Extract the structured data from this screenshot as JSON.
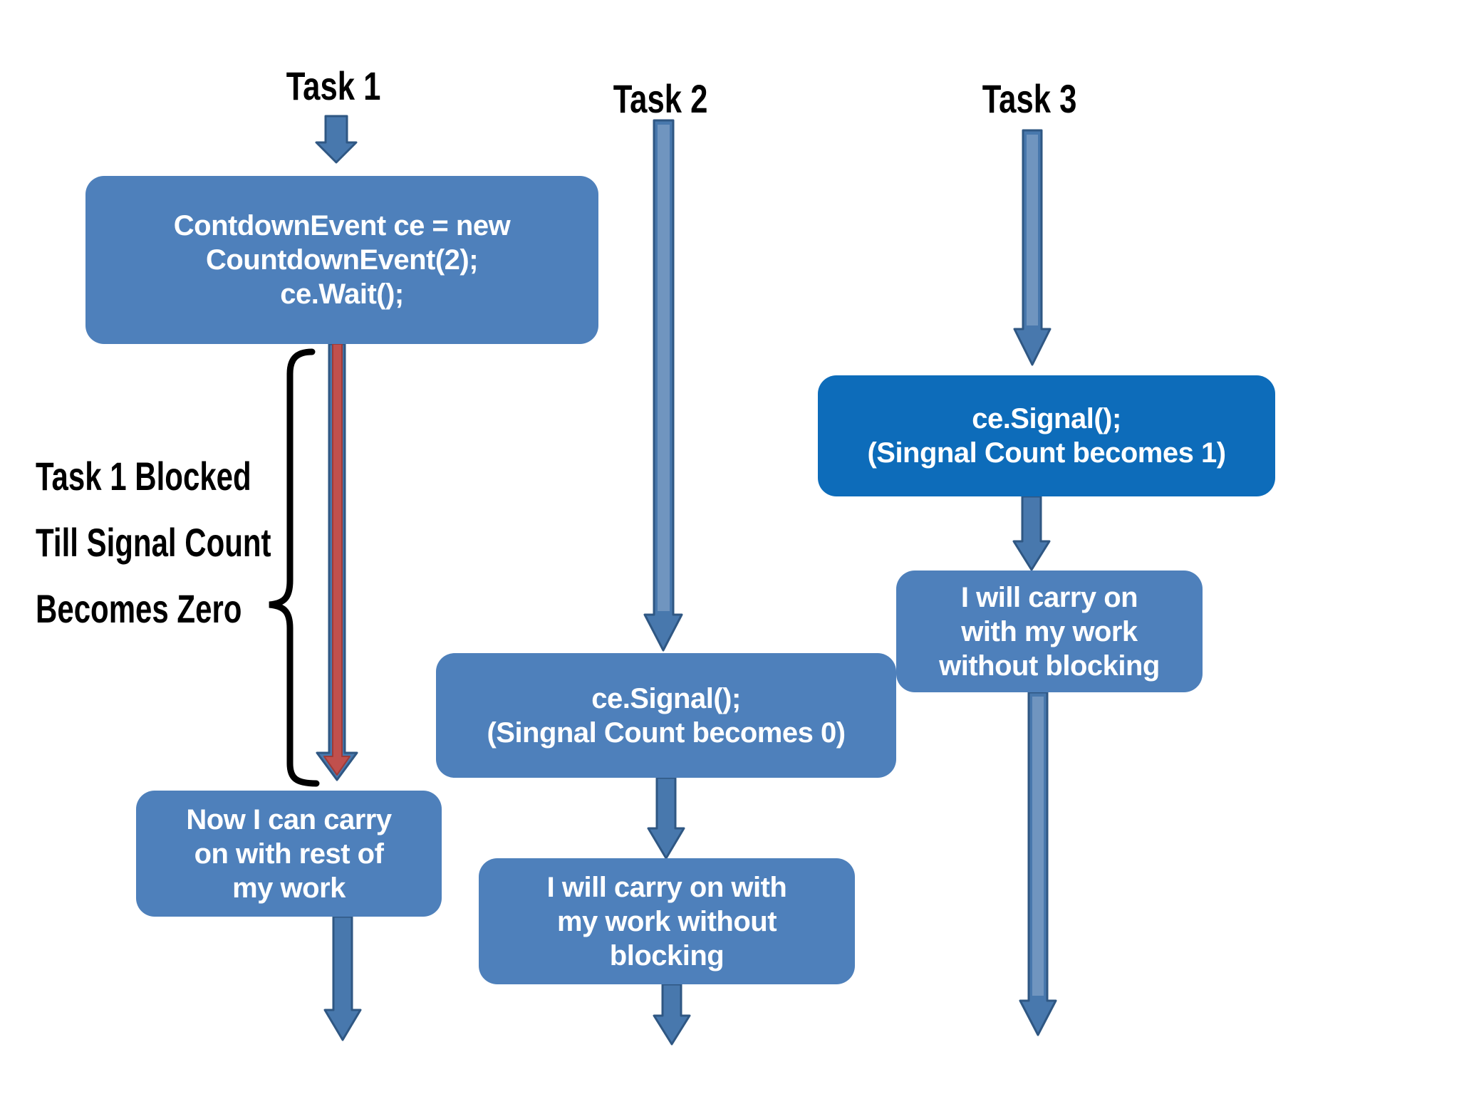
{
  "diagram": {
    "title_semantics": "CountdownEvent task flow diagram",
    "columns": [
      {
        "header": "Task 1",
        "code_box": {
          "lines": [
            "ContdownEvent ce = new",
            "CountdownEvent(2);",
            "ce.Wait();"
          ]
        },
        "result_box": {
          "lines": [
            "Now I can carry",
            "on with rest of",
            "my work"
          ]
        }
      },
      {
        "header": "Task 2",
        "signal_box": {
          "lines": [
            "ce.Signal();",
            "(Singnal Count becomes 0)"
          ]
        },
        "result_box": {
          "lines": [
            "I will carry on with",
            "my work without",
            "blocking"
          ]
        }
      },
      {
        "header": "Task 3",
        "signal_box": {
          "lines": [
            "ce.Signal();",
            "(Singnal Count becomes 1)"
          ]
        },
        "result_box": {
          "lines": [
            "I will carry on",
            "with my work",
            "without blocking"
          ]
        }
      }
    ],
    "annotation": {
      "lines": [
        "Task 1 Blocked",
        "Till Signal Count",
        "Becomes Zero"
      ]
    },
    "colors": {
      "box_blue": "#4e80bb",
      "box_dark_blue": "#0d6cba",
      "arrow_fill": "#4878ad",
      "arrow_stroke": "#2f5783",
      "red_fill": "#c0504d",
      "red_stroke": "#9e3b38",
      "label_black": "#000000",
      "box_text": "#ffffff"
    }
  }
}
